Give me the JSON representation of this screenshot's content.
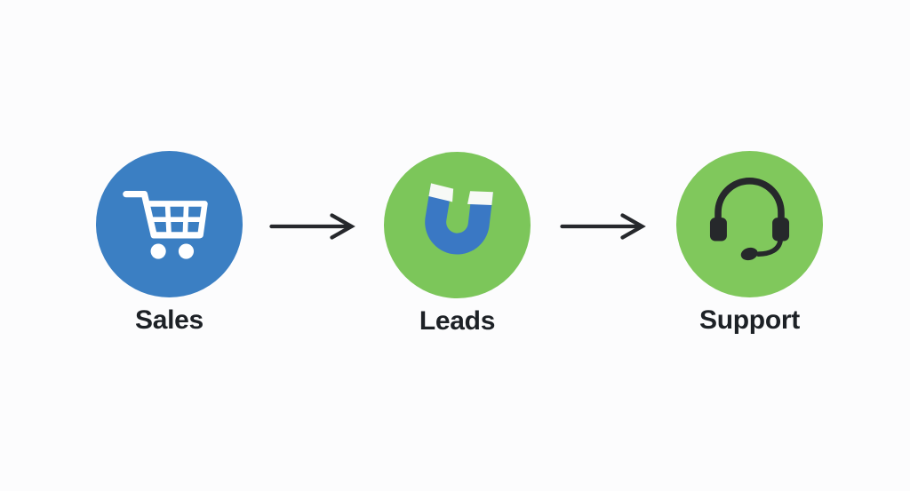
{
  "background_color": "#fcfcfd",
  "arrow_color": "#26282c",
  "label_color": "#1d2126",
  "nodes": [
    {
      "label": "Sales",
      "icon": "shopping-cart-icon",
      "circle_color": "#3b7fc3",
      "icon_color": "#ffffff"
    },
    {
      "label": "Leads",
      "icon": "magnet-icon",
      "circle_color": "#7cc65a",
      "icon_color": "#3a78c4",
      "icon_tip_color": "#f7f9f6"
    },
    {
      "label": "Support",
      "icon": "headset-icon",
      "circle_color": "#80c85c",
      "icon_color": "#26282b"
    }
  ],
  "connectors": [
    {
      "from": "Sales",
      "to": "Leads",
      "direction": "right"
    },
    {
      "from": "Leads",
      "to": "Support",
      "direction": "right"
    }
  ]
}
